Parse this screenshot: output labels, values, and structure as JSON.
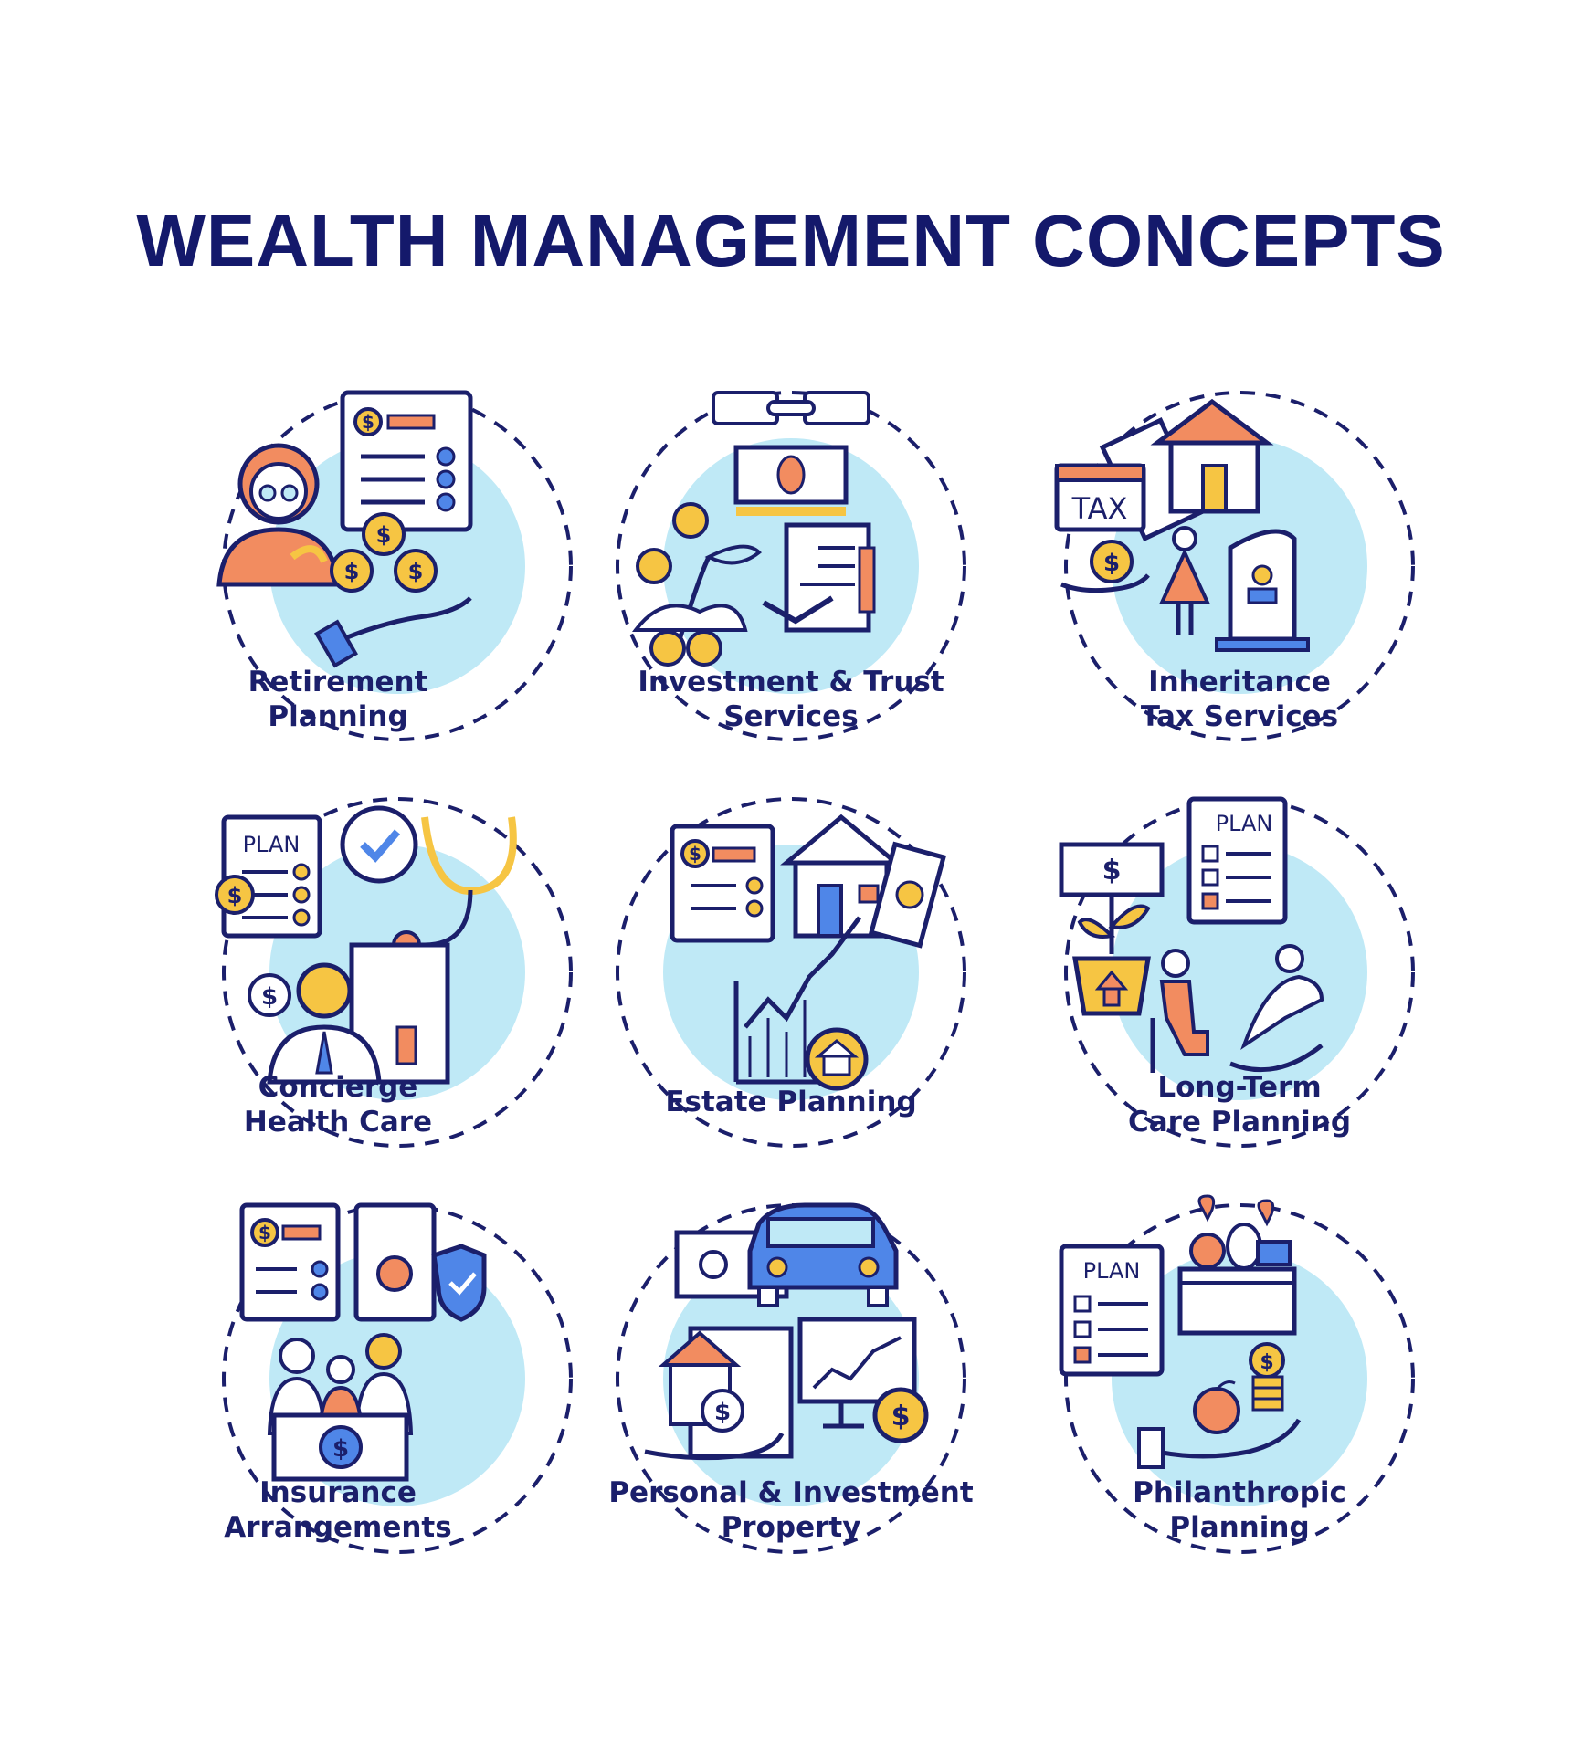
{
  "title": "WEALTH MANAGEMENT CONCEPTS",
  "concepts": [
    {
      "id": "retirement-planning",
      "lines": [
        "Retirement",
        "Planning"
      ]
    },
    {
      "id": "investment-trust-services",
      "lines": [
        "Investment & Trust",
        "Services"
      ]
    },
    {
      "id": "inheritance-tax-services",
      "lines": [
        "Inheritance",
        "Tax Services"
      ]
    },
    {
      "id": "concierge-health-care",
      "lines": [
        "Concierge",
        "Health Care"
      ]
    },
    {
      "id": "estate-planning",
      "lines": [
        "Estate Planning"
      ]
    },
    {
      "id": "long-term-care-planning",
      "lines": [
        "Long-Term",
        "Care Planning"
      ]
    },
    {
      "id": "insurance-arrangements",
      "lines": [
        "Insurance",
        "Arrangements"
      ]
    },
    {
      "id": "personal-investment-property",
      "lines": [
        "Personal & Investment",
        "Property"
      ]
    },
    {
      "id": "philanthropic-planning",
      "lines": [
        "Philanthropic",
        "Planning"
      ]
    }
  ],
  "icon_text": {
    "tax": "TAX",
    "plan": "PLAN",
    "dollar": "$"
  },
  "colors": {
    "navy": "#1b1f6b",
    "circle_fill": "#bfe9f6",
    "orange": "#f28c60",
    "yellow": "#f6c543",
    "blue": "#4f86e8"
  }
}
